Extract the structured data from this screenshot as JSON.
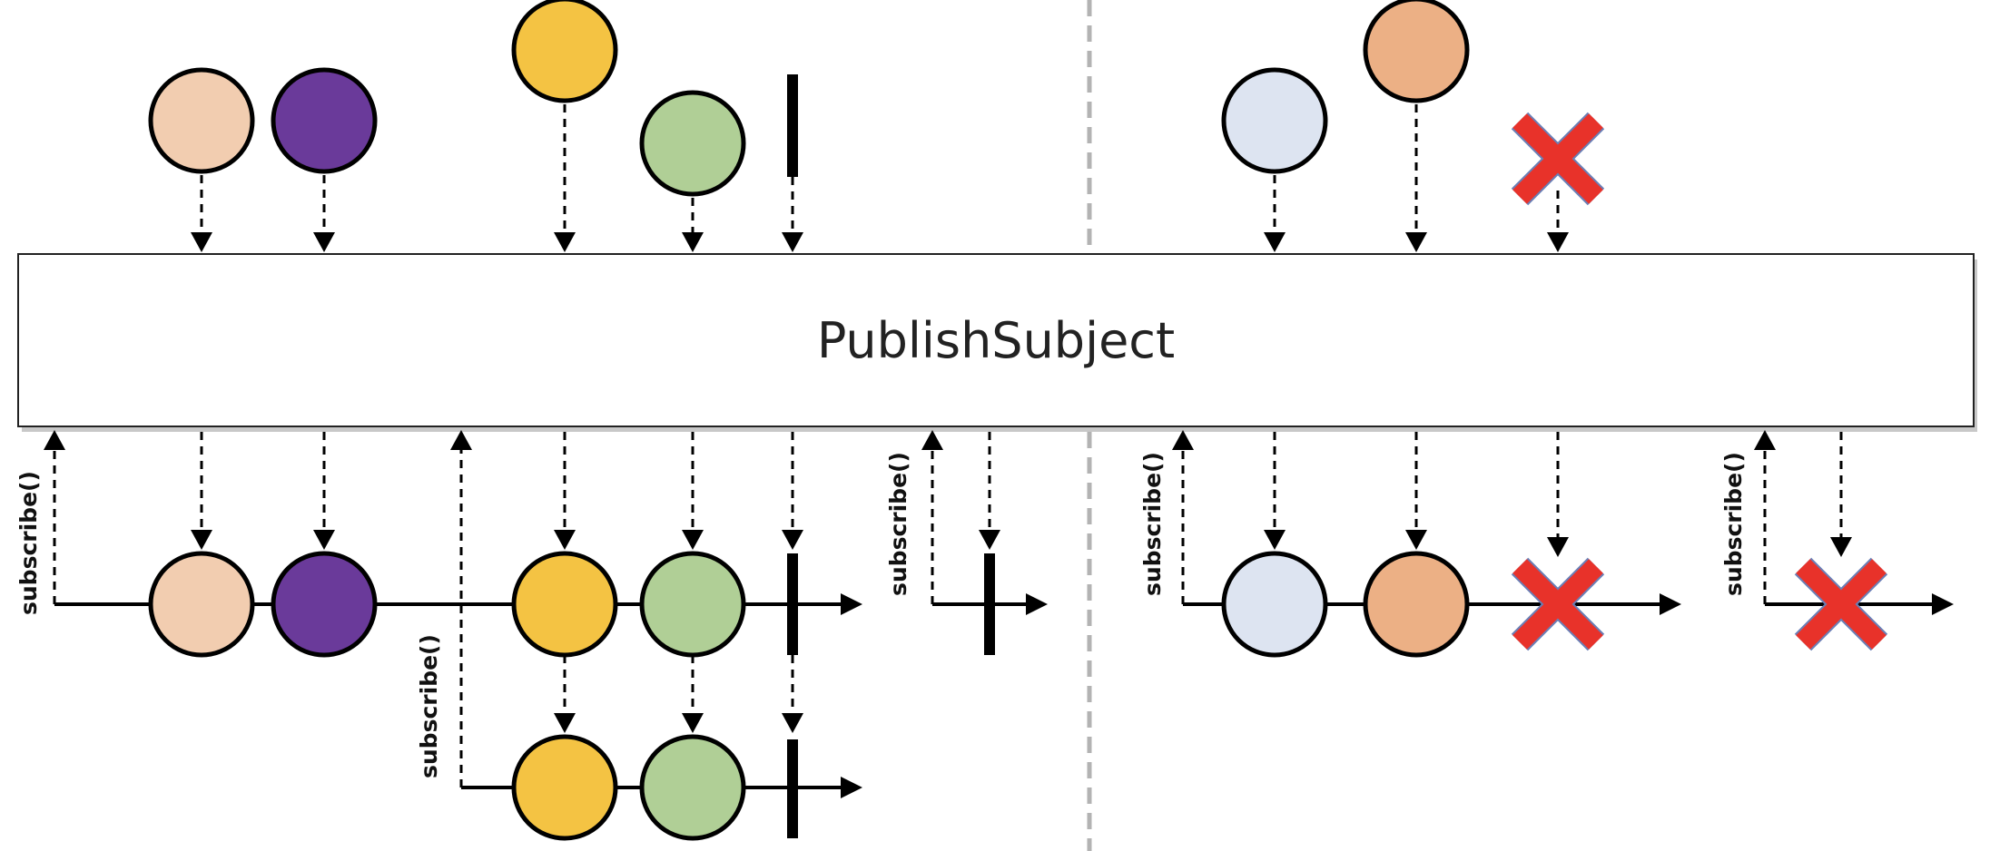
{
  "subject": {
    "label": "PublishSubject"
  },
  "subscribe_label": "subscribe()",
  "colors": {
    "peach": "#f2cdb0",
    "purple": "#6a3a9a",
    "yellow": "#f4c343",
    "green": "#b0cf96",
    "light_blue": "#dde4f1",
    "orange": "#ecb085",
    "error_red": "#e8322a",
    "divider": "#b3b3b3",
    "stroke": "#000000"
  },
  "source_emissions": [
    {
      "kind": "item",
      "color": "peach"
    },
    {
      "kind": "item",
      "color": "purple"
    },
    {
      "kind": "item",
      "color": "yellow"
    },
    {
      "kind": "item",
      "color": "green"
    },
    {
      "kind": "complete"
    },
    {
      "kind": "item",
      "color": "light_blue"
    },
    {
      "kind": "item",
      "color": "orange"
    },
    {
      "kind": "error"
    }
  ],
  "subscribers": [
    {
      "panel": "left",
      "items": [
        "peach",
        "purple",
        "yellow",
        "green"
      ],
      "terminal": "complete"
    },
    {
      "panel": "left",
      "items": [
        "yellow",
        "green"
      ],
      "terminal": "complete"
    },
    {
      "panel": "left",
      "items": [],
      "terminal": "complete"
    },
    {
      "panel": "right",
      "items": [
        "light_blue",
        "orange"
      ],
      "terminal": "error"
    },
    {
      "panel": "right",
      "items": [],
      "terminal": "error"
    }
  ]
}
